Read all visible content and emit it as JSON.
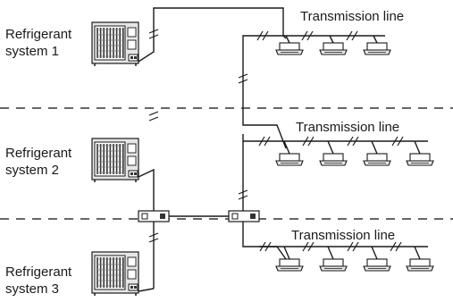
{
  "systems": [
    {
      "line1": "Refrigerant",
      "line2": "system 1"
    },
    {
      "line1": "Refrigerant",
      "line2": "system 2"
    },
    {
      "line1": "Refrigerant",
      "line2": "system 3"
    }
  ],
  "transmission_labels": [
    "Transmission line",
    "Transmission line",
    "Transmission line"
  ],
  "colors": {
    "line": "#1a1a1a",
    "unit_fill": "#e6e6e6",
    "dark": "#333333",
    "dash": "#333333"
  },
  "icons": [
    "outdoor-unit-icon",
    "indoor-unit-icon",
    "adapter-icon",
    "wire-break-icon"
  ]
}
